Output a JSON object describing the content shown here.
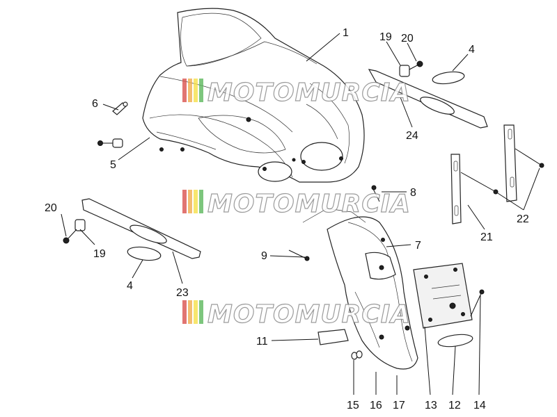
{
  "watermark": {
    "text": "MOTOMURCIA",
    "stripe_colors": [
      "#d9534f",
      "#f0ad4e",
      "#f5e04a",
      "#5cb85c"
    ]
  },
  "callouts": [
    {
      "id": "c1",
      "label": "1"
    },
    {
      "id": "c19a",
      "label": "19"
    },
    {
      "id": "c20a",
      "label": "20"
    },
    {
      "id": "c4a",
      "label": "4"
    },
    {
      "id": "c6",
      "label": "6"
    },
    {
      "id": "c5",
      "label": "5"
    },
    {
      "id": "c24",
      "label": "24"
    },
    {
      "id": "c8",
      "label": "8"
    },
    {
      "id": "c20b",
      "label": "20"
    },
    {
      "id": "c19b",
      "label": "19"
    },
    {
      "id": "c7",
      "label": "7"
    },
    {
      "id": "c9",
      "label": "9"
    },
    {
      "id": "c4b",
      "label": "4"
    },
    {
      "id": "c23",
      "label": "23"
    },
    {
      "id": "c21",
      "label": "21"
    },
    {
      "id": "c22",
      "label": "22"
    },
    {
      "id": "c11",
      "label": "11"
    },
    {
      "id": "c15",
      "label": "15"
    },
    {
      "id": "c16",
      "label": "16"
    },
    {
      "id": "c17",
      "label": "17"
    },
    {
      "id": "c13",
      "label": "13"
    },
    {
      "id": "c12",
      "label": "12"
    },
    {
      "id": "c14",
      "label": "14"
    }
  ]
}
